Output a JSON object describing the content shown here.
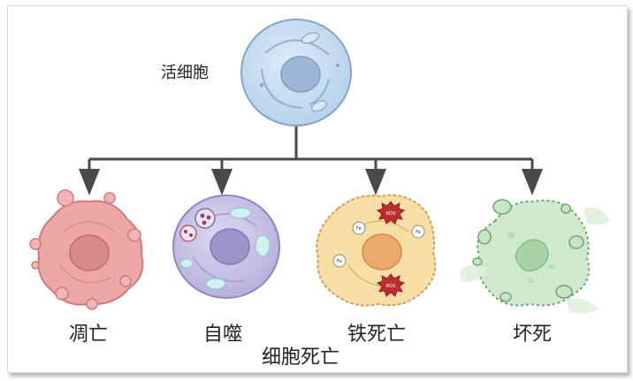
{
  "diagram": {
    "live_cell_label": "活细胞",
    "title": "细胞死亡",
    "death_types": [
      {
        "label": "凋亡"
      },
      {
        "label": "自噬"
      },
      {
        "label": "铁死亡"
      },
      {
        "label": "坏死"
      }
    ],
    "ferroptosis_marks": {
      "ros": "ROS",
      "fe": "Fe"
    },
    "colors": {
      "live_cell": "#c3d9ec",
      "apoptosis": "#eea6a6",
      "autophagy": "#c8c1e3",
      "ferroptosis": "#f7dea4",
      "necrosis": "#bfe1c0",
      "arrow": "#4a4a4a"
    }
  }
}
